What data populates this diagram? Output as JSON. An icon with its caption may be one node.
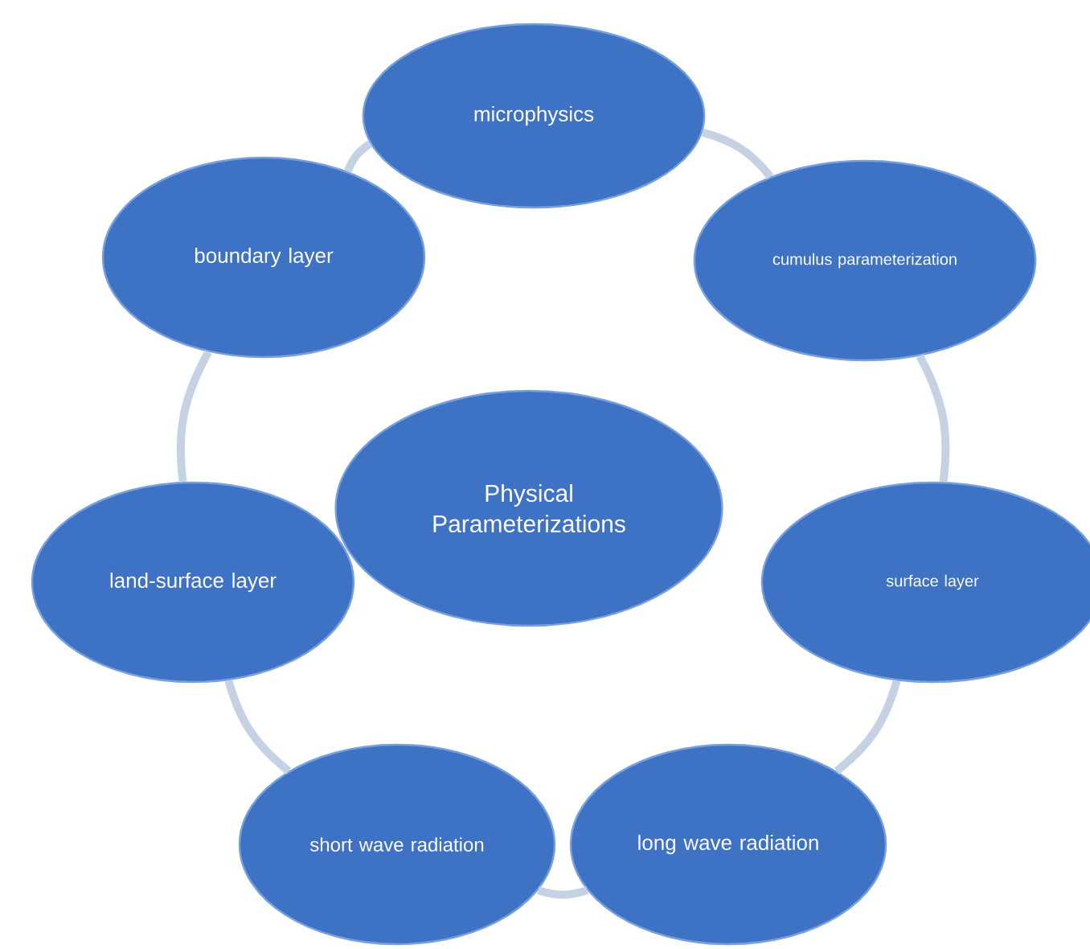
{
  "diagram": {
    "nodes": [
      {
        "text": [
          "Physical Parameterizations"
        ]
      },
      {
        "text": [
          "microphysics"
        ]
      },
      {
        "text": [
          "cumulus parameterization"
        ]
      },
      {
        "text": [
          "surface layer"
        ]
      },
      {
        "text": [
          "long wave radiation"
        ]
      },
      {
        "text": [
          "short wave radiation"
        ]
      },
      {
        "text": [
          "land-surface layer"
        ]
      },
      {
        "text": [
          "boundary layer"
        ]
      }
    ],
    "edges": [
      {
        "from": 1,
        "to": 2,
        "arrow": "none"
      },
      {
        "from": 2,
        "to": 3,
        "arrow": "none"
      },
      {
        "from": 3,
        "to": 4,
        "arrow": "none"
      },
      {
        "from": 4,
        "to": 5,
        "arrow": "none"
      },
      {
        "from": 5,
        "to": 6,
        "arrow": "none"
      },
      {
        "from": 6,
        "to": 7,
        "arrow": "none"
      },
      {
        "from": 7,
        "to": 1,
        "arrow": "none"
      }
    ]
  }
}
